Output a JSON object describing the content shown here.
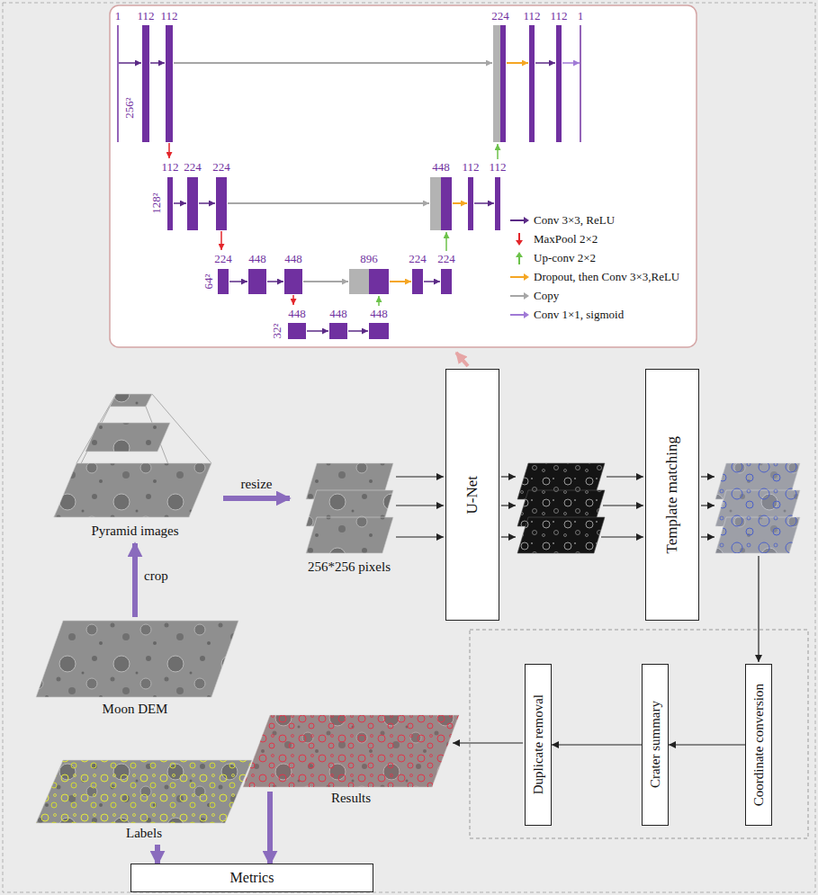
{
  "diagram": {
    "nodes": [
      {
        "text": [
          "U-Net"
        ]
      },
      {
        "text": [
          "Template matching"
        ]
      },
      {
        "text": [
          "Coordinate conversion"
        ]
      },
      {
        "text": [
          "Crater summary"
        ]
      },
      {
        "text": [
          "Duplicate removal"
        ]
      },
      {
        "text": [
          "Metrics"
        ]
      }
    ],
    "edges": [
      {
        "from": 2,
        "to": 3,
        "arrow": "to"
      },
      {
        "from": 3,
        "to": 4,
        "arrow": "to"
      }
    ],
    "labels": [
      "1",
      "112",
      "112",
      "224",
      "112",
      "112",
      "1",
      "256²",
      "112",
      "224",
      "224",
      "448",
      "112",
      "112",
      "128²",
      "224",
      "448",
      "448",
      "896",
      "224",
      "224",
      "64²",
      "448",
      "448",
      "448",
      "32²",
      "Pyramid images",
      "crop",
      "resize",
      "256*256 pixels",
      "Moon DEM",
      "Labels",
      "Results"
    ],
    "legend": [
      {
        "text": "Conv 3×3, ReLU"
      },
      {
        "text": "MaxPool 2×2"
      },
      {
        "text": "Up-conv 2×2"
      },
      {
        "text": "Dropout, then Conv 3×3,ReLU"
      },
      {
        "text": "Copy"
      },
      {
        "text": "Conv 1×1, sigmoid"
      }
    ]
  }
}
